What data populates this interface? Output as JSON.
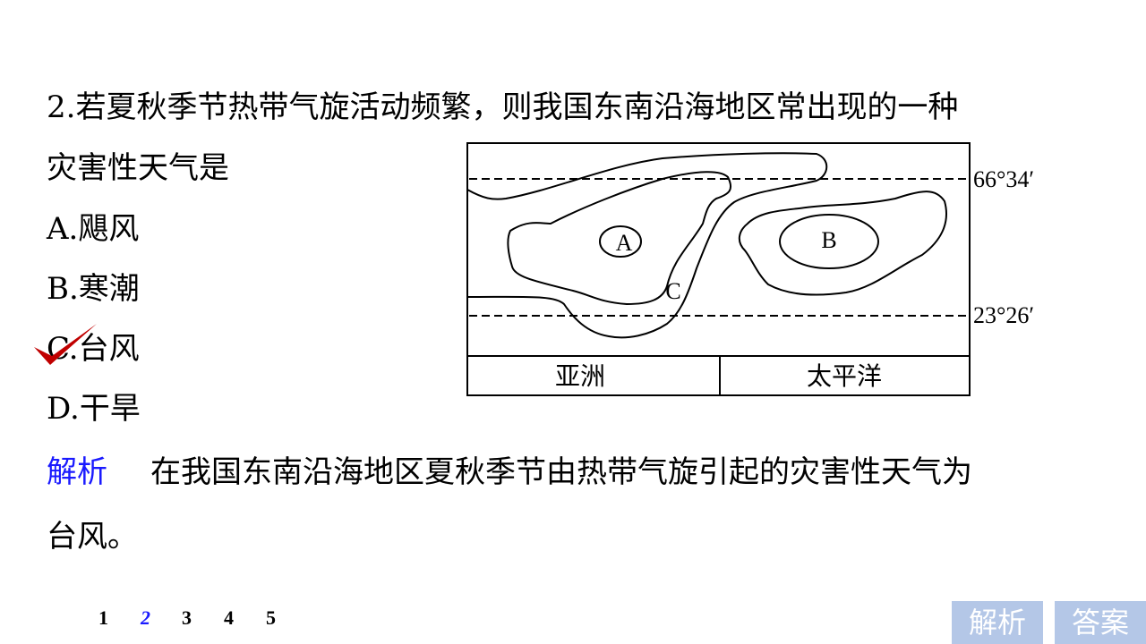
{
  "question": {
    "line1": "2.若夏秋季节热带气旋活动频繁，则我国东南沿海地区常出现的一种",
    "line2": "灾害性天气是",
    "options": [
      "A.飓风",
      "B.寒潮",
      "C.台风",
      "D.干旱"
    ],
    "correct_index": 2
  },
  "figure": {
    "labels": {
      "a": "A",
      "b": "B",
      "c": "C"
    },
    "lat_top": "66°34′",
    "lat_bottom": "23°26′",
    "region_left": "亚洲",
    "region_right": "太平洋"
  },
  "analysis": {
    "label": "解析",
    "text_line1": "在我国东南沿海地区夏秋季节由热带气旋引起的灾害性天气为",
    "text_line2": "台风。"
  },
  "pagination": {
    "pages": [
      "1",
      "2",
      "3",
      "4",
      "5"
    ],
    "current": "2"
  },
  "buttons": {
    "analysis": "解析",
    "answer": "答案"
  },
  "colors": {
    "accent": "#1a1aff",
    "button_bg": "#b4c7e7",
    "check": "#c00000"
  }
}
